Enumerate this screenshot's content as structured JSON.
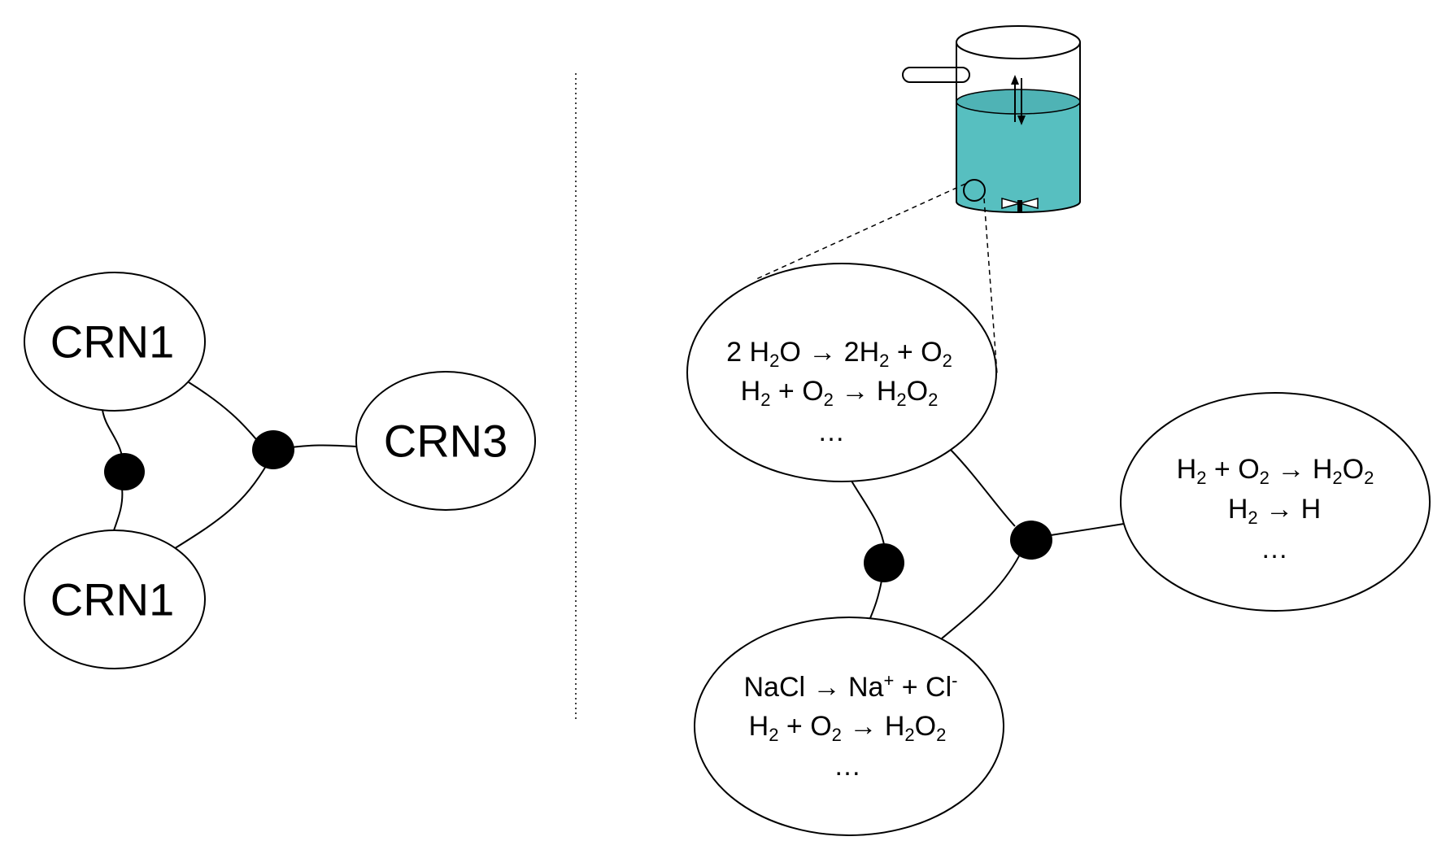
{
  "colors": {
    "liquid": "#57bfc0",
    "liquid_surface": "#4fb3b5",
    "stroke": "#000000",
    "background": "#ffffff"
  },
  "left_network": {
    "nodes": [
      {
        "id": "n1",
        "label": "CRN1"
      },
      {
        "id": "n2",
        "label": "CRN1"
      },
      {
        "id": "n3",
        "label": "CRN3"
      }
    ]
  },
  "right_network": {
    "nodes": [
      {
        "id": "top",
        "reactions": [
          [
            {
              "t": "2 H"
            },
            {
              "s": "2"
            },
            {
              "t": "O → 2H"
            },
            {
              "s": "2"
            },
            {
              "t": " + O"
            },
            {
              "s": "2"
            }
          ],
          [
            {
              "t": "H"
            },
            {
              "s": "2"
            },
            {
              "t": " + O"
            },
            {
              "s": "2"
            },
            {
              "t": " → H"
            },
            {
              "s": "2"
            },
            {
              "t": "O"
            },
            {
              "s": "2"
            }
          ],
          [
            {
              "t": "…"
            }
          ]
        ]
      },
      {
        "id": "right",
        "reactions": [
          [
            {
              "t": "H"
            },
            {
              "s": "2"
            },
            {
              "t": " + O"
            },
            {
              "s": "2"
            },
            {
              "t": " → H"
            },
            {
              "s": "2"
            },
            {
              "t": "O"
            },
            {
              "s": "2"
            }
          ],
          [
            {
              "t": "H"
            },
            {
              "s": "2"
            },
            {
              "t": " → H"
            }
          ],
          [
            {
              "t": "…"
            }
          ]
        ]
      },
      {
        "id": "bottom",
        "reactions": [
          [
            {
              "t": "NaCl → Na"
            },
            {
              "p": "+"
            },
            {
              "t": " + Cl"
            },
            {
              "p": "-"
            }
          ],
          [
            {
              "t": "H"
            },
            {
              "s": "2"
            },
            {
              "t": " + O"
            },
            {
              "s": "2"
            },
            {
              "t": " → H"
            },
            {
              "s": "2"
            },
            {
              "t": "O"
            },
            {
              "s": "2"
            }
          ],
          [
            {
              "t": "…"
            }
          ]
        ]
      }
    ]
  },
  "icons": {
    "reactor": "reactor-tank-icon",
    "level_arrow": "double-arrow-icon",
    "stirrer": "stirrer-icon",
    "inlet": "inlet-pipe-icon"
  }
}
